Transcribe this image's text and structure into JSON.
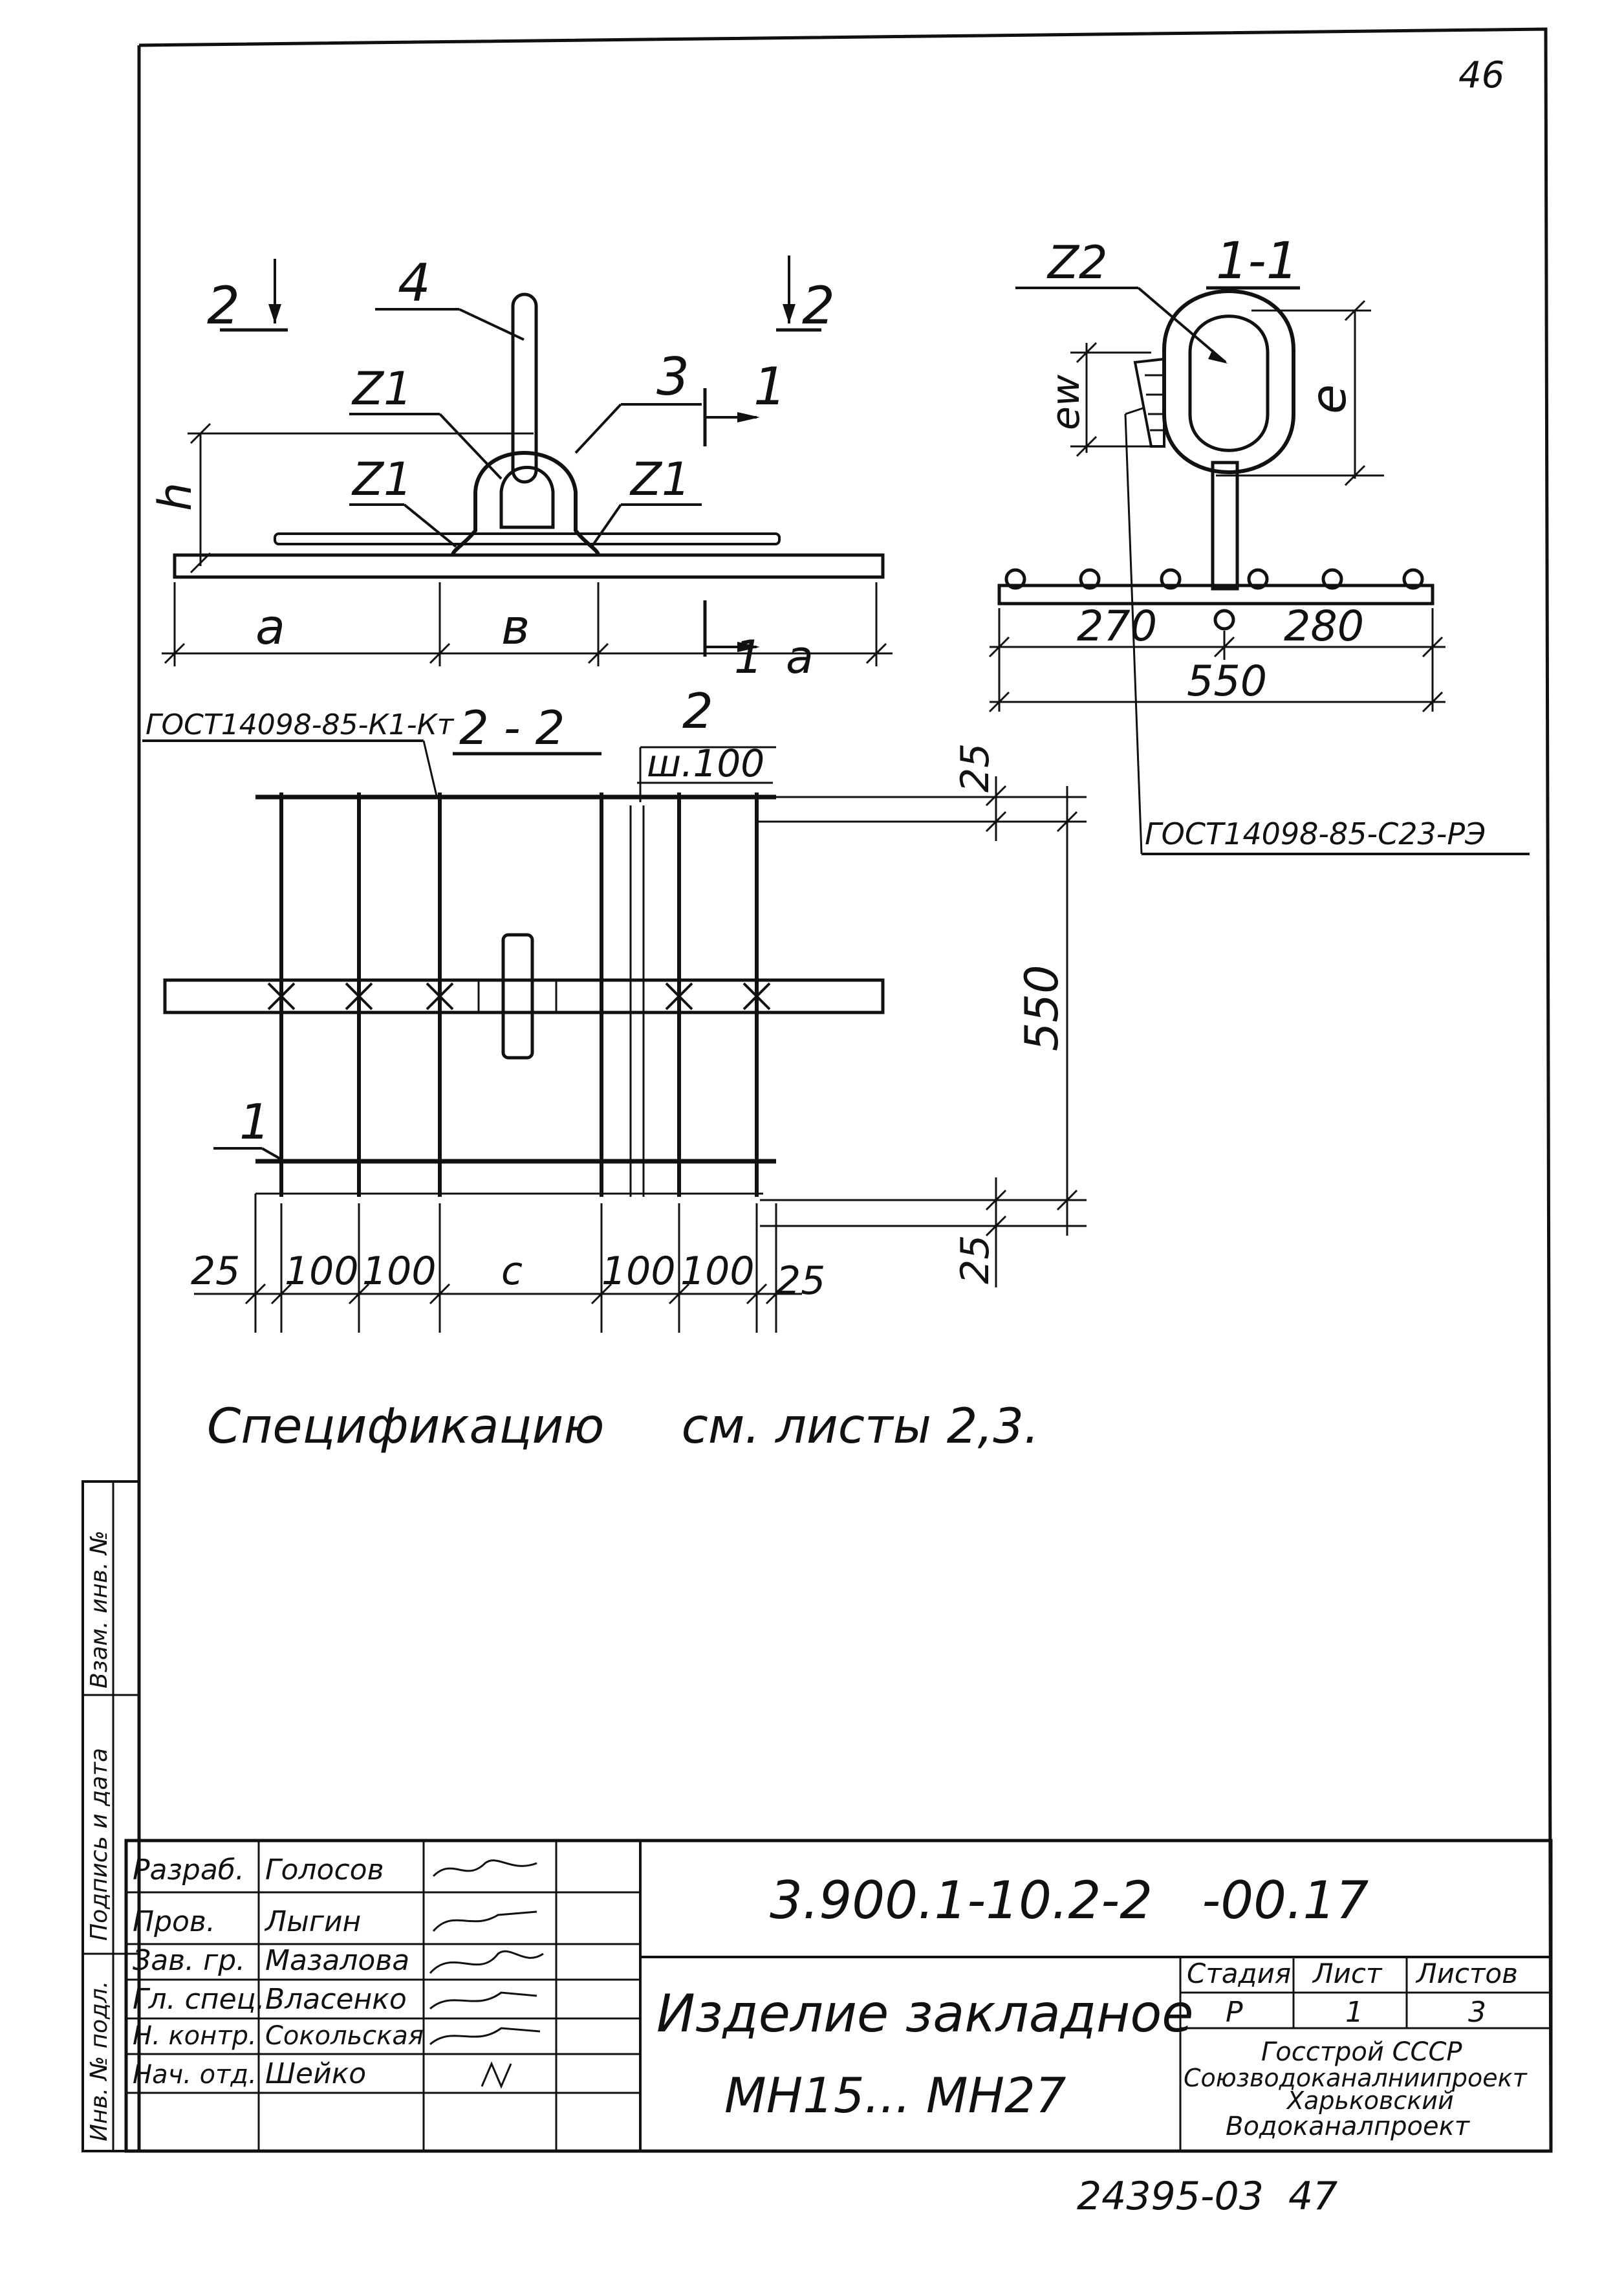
{
  "page_number": "46",
  "bottom_number": "24395-03  47",
  "views": {
    "elevation": {
      "section_mark_left": "2",
      "section_mark_right": "2",
      "section_mark_1": "1",
      "section_mark_1_bottom": "1",
      "pos_4": "4",
      "pos_3": "3",
      "weld_label": "Z1",
      "dim_h": "h",
      "dim_a_left": "a",
      "dim_b": "в",
      "dim_a_right": "a"
    },
    "section_1_1": {
      "title": "1-1",
      "weld_label": "Z2",
      "dim_e": "e",
      "dim_ew": "ew",
      "dim_270": "270",
      "dim_280": "280",
      "dim_550": "550",
      "gost_label": "ГОСТ14098-85-С23-РЭ"
    },
    "section_2_2": {
      "title": "2 - 2",
      "gost_label": "ГОСТ14098-85-К1-Кт",
      "pos_2": "2",
      "width_note": "ш.100",
      "pos_1": "1",
      "dim_25_top": "25",
      "dim_550": "550",
      "dim_25_bottom": "25",
      "bottom_dims": [
        "25",
        "100",
        "100",
        "c",
        "100",
        "100",
        "25"
      ]
    }
  },
  "spec_note": "Спецификацию     см. листы 2,3.",
  "side_stamp": {
    "col1": "Инв. № подл.",
    "col2": "Подпись и дата",
    "col3": "Взам. инв. №"
  },
  "title_block": {
    "signers": [
      {
        "role": "Разраб.",
        "name": "Голосов"
      },
      {
        "role": "Пров.",
        "name": "Лыгин"
      },
      {
        "role": "Зав. гр.",
        "name": "Мазалова"
      },
      {
        "role": "Гл. спец.",
        "name": "Власенко"
      },
      {
        "role": "Н. контр.",
        "name": "Сокольская"
      },
      {
        "role": "Нач. отд.",
        "name": "Шейко"
      }
    ],
    "designation": "3.900.1-10.2-2   -00.17",
    "product_name_line1": "Изделие закладное",
    "product_name_line2": "МН15... МН27",
    "stage_header": "Стадия",
    "sheet_header": "Лист",
    "sheets_header": "Листов",
    "stage": "Р",
    "sheet": "1",
    "sheets": "3",
    "org_line1": "Госстрой СССР",
    "org_line2": "Союзводоканалниипроект",
    "org_line3": "Харьковский",
    "org_line4": "Водоканалпроект"
  }
}
